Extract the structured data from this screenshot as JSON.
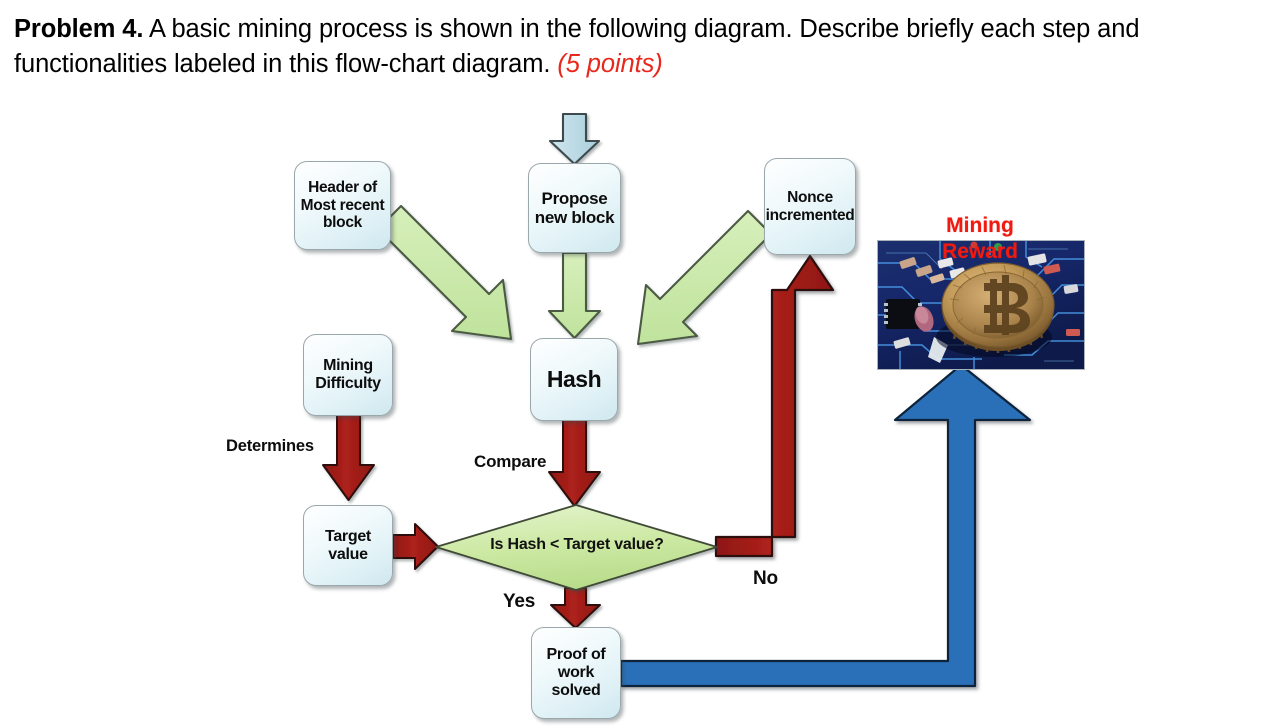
{
  "question": {
    "label": "Problem 4.",
    "text_part1": "A basic mining process is shown in the following diagram.  Describe briefly each step and functionalities labeled in this flow-chart diagram.",
    "points": "(5 points)"
  },
  "diagram": {
    "title": "Basic mining process flow chart",
    "nodes": {
      "header_recent_block": "Header of Most recent block",
      "propose_new_block": "Propose new block",
      "nonce_incremented": "Nonce incremented",
      "mining_difficulty": "Mining Difficulty",
      "hash": "Hash",
      "target_value": "Target value",
      "proof_of_work_solved": "Proof of work solved",
      "decision": "Is Hash < Target value?"
    },
    "edge_labels": {
      "determines": "Determines",
      "compare": "Compare",
      "yes": "Yes",
      "no": "No"
    },
    "reward": {
      "caption_line1": "Mining",
      "caption_line2": "Reward",
      "image_description": "Gold bitcoin coin resting on a blue circuit board"
    },
    "colors": {
      "input_arrow": "#b9dce6",
      "green_arrow": "#c9e8a8",
      "red_arrow": "#a51d18",
      "blue_arrow": "#2a70b8",
      "decision_fill": "#cfe8a8",
      "node_fill": "#e3f3f8",
      "caption_red": "#f01a10",
      "points_red": "#e8281c"
    }
  }
}
